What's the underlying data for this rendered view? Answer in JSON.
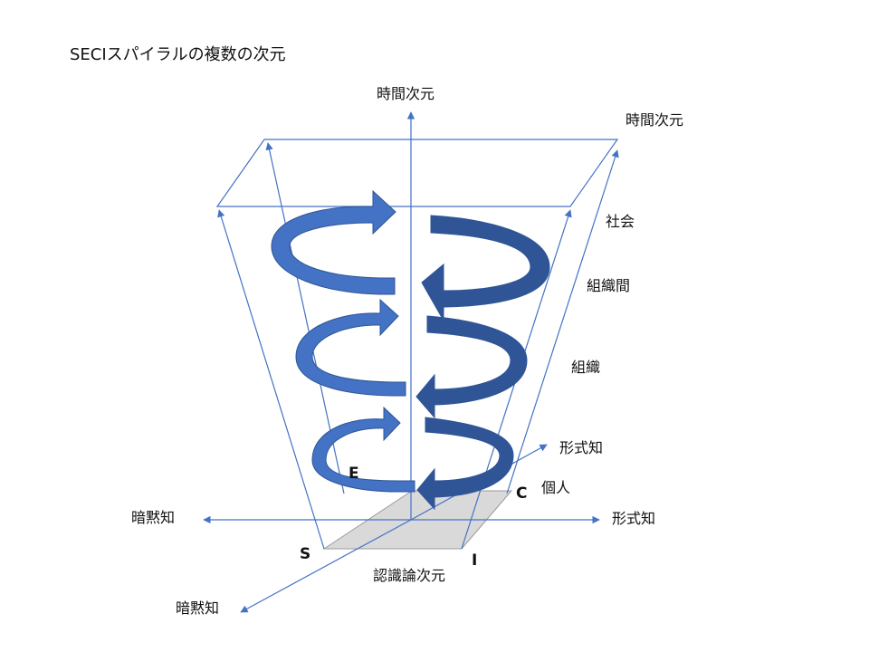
{
  "title": "SECIスパイラルの複数の次元",
  "axes": {
    "time_center": "時間次元",
    "time_right": "時間次元",
    "tacit_left": "暗黙知",
    "explicit_right": "形式知",
    "explicit_diag": "形式知",
    "tacit_diag": "暗黙知",
    "epistemology": "認識論次元"
  },
  "levels": {
    "society": "社会",
    "inter_org": "組織間",
    "organization": "組織",
    "individual": "個人"
  },
  "modes": {
    "S": "S",
    "E": "E",
    "C": "C",
    "I": "I"
  },
  "colors": {
    "arrow_fill": "#4472C4",
    "arrow_dark": "#2F5597",
    "line": "#4472C4",
    "base_fill": "#D9D9D9"
  }
}
